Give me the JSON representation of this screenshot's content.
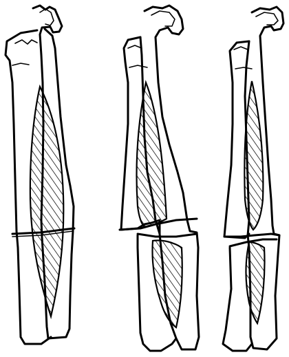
{
  "figure": {
    "panels": [
      {
        "id": "left"
      },
      {
        "id": "middle"
      },
      {
        "id": "right"
      }
    ],
    "colors": {
      "ink": "#000000",
      "background": "#ffffff"
    }
  }
}
